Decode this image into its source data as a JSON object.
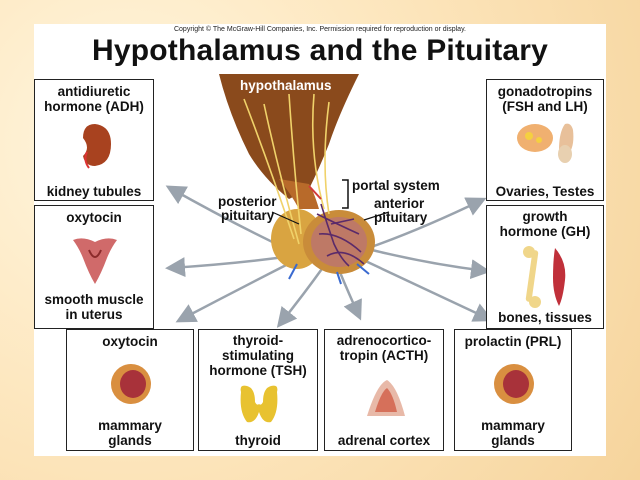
{
  "copyright": "Copyright © The McGraw-Hill Companies, Inc. Permission required for reproduction or display.",
  "title": "Hypothalamus and the Pituitary",
  "center": {
    "hypothalamus": "hypothalamus",
    "portal_system": "portal system",
    "posterior_1": "posterior",
    "posterior_2": "pituitary",
    "anterior_1": "anterior",
    "anterior_2": "pituitary"
  },
  "boxes": {
    "adh": {
      "hormone_1": "antidiuretic",
      "hormone_2": "hormone (ADH)",
      "target": "kidney tubules",
      "icon": "kidney-icon"
    },
    "oxytocin_left": {
      "hormone_1": "oxytocin",
      "target_1": "smooth muscle",
      "target_2": "in uterus",
      "icon": "uterus-icon"
    },
    "oxytocin_bottom": {
      "hormone_1": "oxytocin",
      "target_1": "mammary",
      "target_2": "glands",
      "icon": "mammary-gland-icon"
    },
    "tsh": {
      "hormone_1": "thyroid-",
      "hormone_2": "stimulating",
      "hormone_3": "hormone (TSH)",
      "target": "thyroid",
      "icon": "thyroid-icon"
    },
    "acth": {
      "hormone_1": "adrenocortico-",
      "hormone_2": "tropin (ACTH)",
      "target": "adrenal cortex",
      "icon": "adrenal-gland-icon"
    },
    "prl": {
      "hormone_1": "prolactin (PRL)",
      "target_1": "mammary",
      "target_2": "glands",
      "icon": "mammary-gland-icon"
    },
    "gonad": {
      "hormone_1": "gonadotropins",
      "hormone_2": "(FSH and LH)",
      "target": "Ovaries, Testes",
      "icon": "ovary-testis-icon"
    },
    "gh": {
      "hormone_1": "growth",
      "hormone_2": "hormone (GH)",
      "target": "bones, tissues",
      "icon": "bone-muscle-icon"
    }
  },
  "colors": {
    "brain": "#8a4a1c",
    "gland": "#d9a441",
    "vessels": "#5a2a6a",
    "nerve": "#f0d26a",
    "arrow": "#9aa3ad"
  }
}
